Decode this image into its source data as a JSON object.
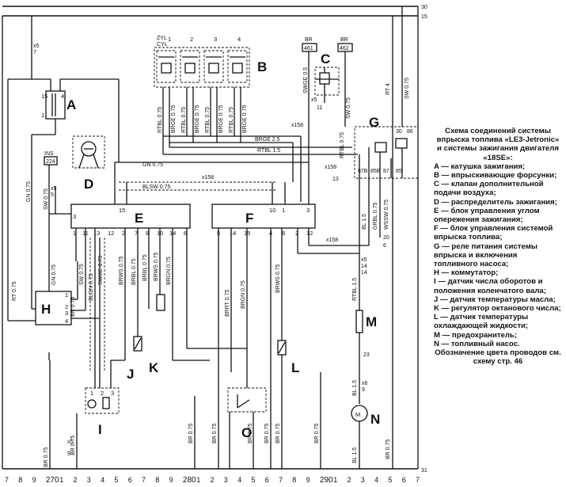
{
  "bus": {
    "top_30": "30",
    "top_15": "15",
    "bottom_31": "31"
  },
  "components": {
    "A": "A",
    "B": "B",
    "C": "C",
    "D": "D",
    "E": "E",
    "F": "F",
    "G": "G",
    "H": "H",
    "I": "I",
    "J": "J",
    "K": "K",
    "L": "L",
    "M": "M",
    "N": "N",
    "O": "O"
  },
  "injector_header": {
    "zyl": "ZYL",
    "cyl": "CYL",
    "numbers": [
      "1",
      "2",
      "3",
      "4"
    ]
  },
  "connectors": {
    "br461": "BR",
    "n461": "461",
    "br462": "BR",
    "n462": "462",
    "ins224": "224",
    "ins_label": "INS"
  },
  "wire_labels": {
    "rt_075": "RT 0.75",
    "gn_075_left": "GN 0.75",
    "sw_075_left": "SW 0.75",
    "gn_075_mid": "GN 0.75",
    "br_075_h": "BR 0.75",
    "brge25": "BRGE 2.5",
    "rtbl15": "RTBL 1.5",
    "gn075_top": "GN 0.75",
    "blsw075": "BLSW 0.75",
    "x158a": "x158",
    "rtbl_inj": [
      "RTBL 0.75",
      "RTBL 0.75",
      "RTBL 0.75",
      "RTBL 0.75"
    ],
    "brge_inj": [
      "BRGE 0.75",
      "BRGE 0.75",
      "BRGE 0.75",
      "BRGE 0.75"
    ],
    "swge05": "SWGE 0.5",
    "rtbl075_c": "RTBL 0.75",
    "sw075_c": "SW 0.75",
    "x158b": "x158",
    "x158c": "x158",
    "rt4": "RT 4",
    "sw075_r": "SW 0.75",
    "bl15": "BL 1.5",
    "grbl": "GRBL 0.75",
    "wssw": "WSSW 0.75",
    "sw_e_13": "SW 0.75",
    "blgn": "BLGN 0.75",
    "swge": "SWGE 0.75",
    "brws_e": "BRWS 0.75",
    "brbl": "BRBL 0.75",
    "brws2": "BRWS 0.75",
    "brbl2": "BRBL 0.75",
    "brgn": "BRGN 0.75",
    "brrt": "BRRT 0.75",
    "brgn2": "BRGN 0.75",
    "brws_l": "BRWS 0.75",
    "x158d": "x158",
    "br075_i": "BR 0.75",
    "br075_list": [
      "BR 0.75",
      "BR 0.75",
      "BR 0.75",
      "BR 0.75",
      "BR 0.75",
      "BR 0.75"
    ],
    "rtbl_m": "RTBL 1.5",
    "bl_15_n": "BL 1.5",
    "bl_15_n2": "BL 1.5",
    "br075_n": "BR 0.75",
    "br075_left": "BR 0.75",
    "br075_bot": "BR 0.75"
  },
  "small_labels": {
    "x5_a": "x5",
    "x5_b": "x5",
    "x5_c": "x5",
    "x5_d": "x5",
    "x5_n": "x5",
    "x6_n": "x6",
    "pin7": "7",
    "pin5": "5",
    "pin9": "9",
    "pin11": "11",
    "pin14": "14",
    "pin14b": "14",
    "pin13": "13",
    "pin20": "20",
    "pin6": "6",
    "pin9n": "9",
    "ge23": "23"
  },
  "relay_pins": [
    "87B",
    "85B",
    "87",
    "85",
    "30",
    "86"
  ],
  "e_pins_top": [
    "3",
    "15"
  ],
  "e_pins": [
    "1",
    "11",
    "13",
    "12",
    "2",
    "7",
    "8",
    "10",
    "14",
    "6"
  ],
  "f_pins_top": [
    "10",
    "1",
    "3"
  ],
  "f_pins": [
    "5",
    "14",
    "15",
    "4",
    "8",
    "2",
    "12"
  ],
  "h_pins": [
    "1",
    "2",
    "3",
    "4"
  ],
  "i_pins": [
    "1",
    "2",
    "3"
  ],
  "bottom_numbers": [
    "7",
    "8",
    "9",
    "270",
    "1",
    "2",
    "3",
    "4",
    "5",
    "6",
    "7",
    "8",
    "9",
    "280",
    "1",
    "2",
    "3",
    "4",
    "5",
    "6",
    "7",
    "8",
    "9",
    "290",
    "1",
    "2",
    "3",
    "4",
    "5",
    "6",
    "7"
  ],
  "legend": {
    "title": "Схема соединений системы впрыска топлива «LE3-Jetronic» и системы зажигания двигателя «18SE»:",
    "items": [
      "A — катушка зажигания;",
      "B — впрыскивающие форсунки;",
      "C — клапан дополнительной подачи воздуха;",
      "D — распределитель зажигания;",
      "E — блок управления углом опережения зажигания;",
      "F — блок управления системой впрыска топлива;",
      "G — реле питания системы впрыска и включения топливного насоса;",
      "H — коммутатор;",
      "I — датчик числа оборотов и положения коленчатого вала;",
      "J — датчик температуры масла;",
      "K — регулятор октанового числа;",
      "L — датчик температуры охлаждающей жидкости;",
      "M — предохранитель;",
      "N — топливный насос."
    ],
    "footer": "Обозначение цвета проводов см. схему стр. 46"
  }
}
